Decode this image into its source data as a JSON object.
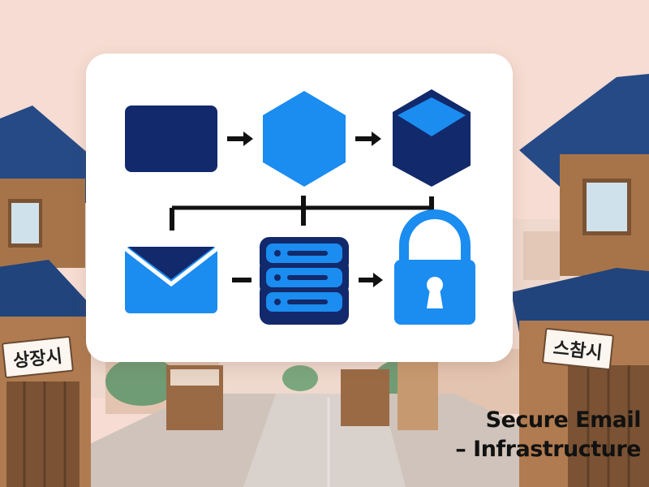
{
  "signs": {
    "left": "상장시",
    "right": "스참시"
  },
  "caption": {
    "line1": "Secure Email",
    "line2": "–  Infrastructure"
  },
  "icons": {
    "row1": [
      "document-icon",
      "hexagon-icon",
      "open-box-icon"
    ],
    "row2": [
      "envelope-icon",
      "server-icon",
      "padlock-icon"
    ]
  },
  "colors": {
    "navy": "#12296b",
    "blue": "#1b8cf0",
    "line": "#111111",
    "background": "#f5d9cf",
    "wood": "#9a6a45",
    "roof": "#254a86"
  }
}
